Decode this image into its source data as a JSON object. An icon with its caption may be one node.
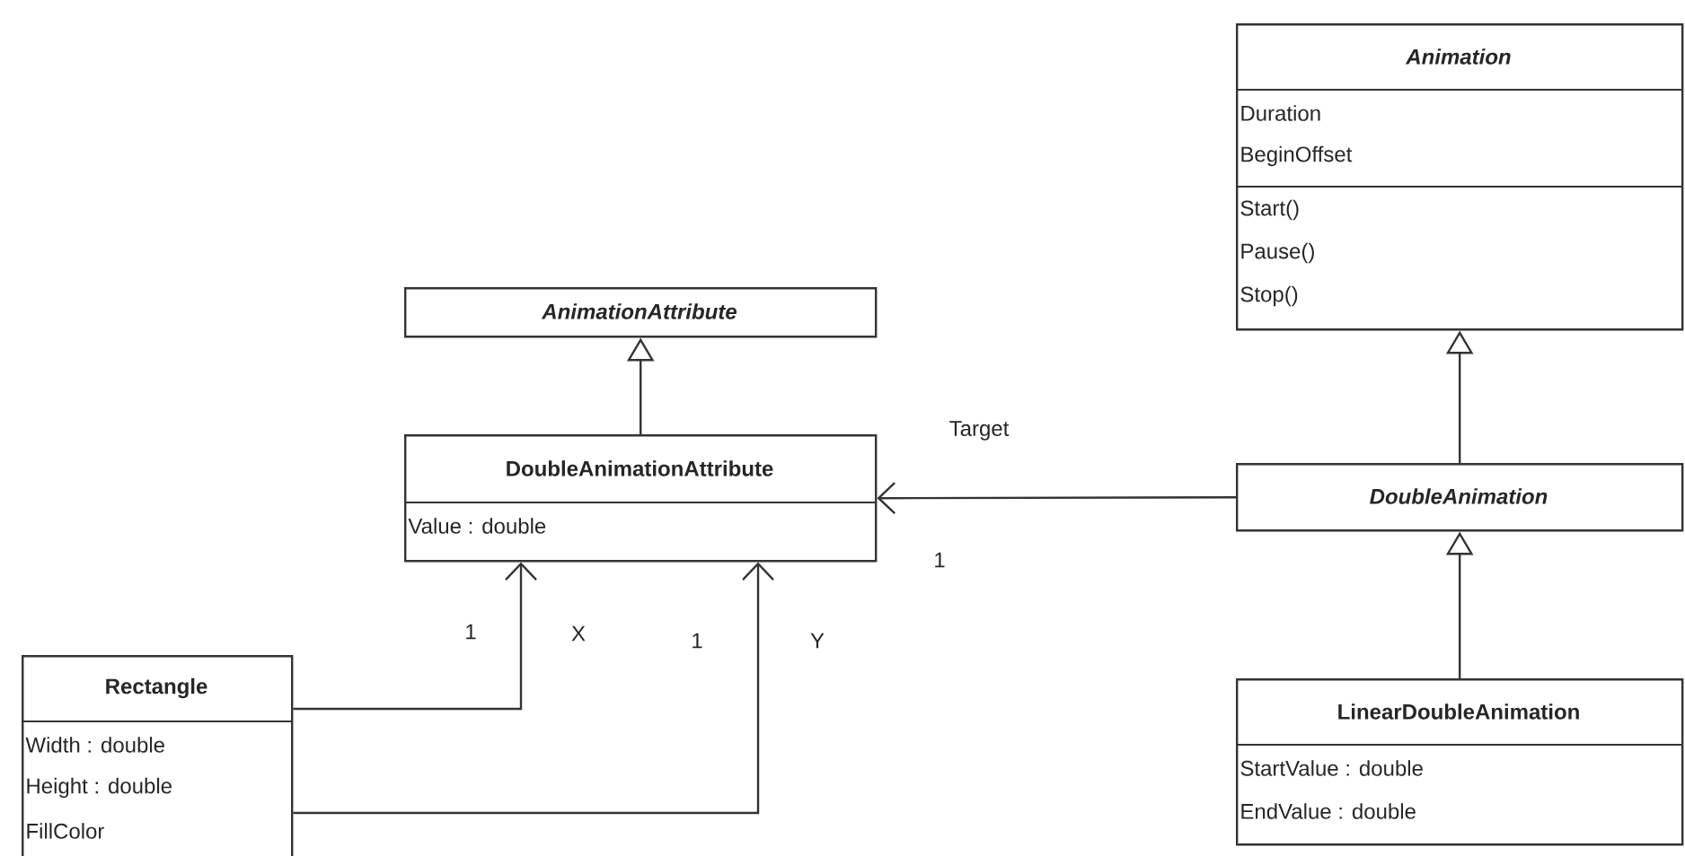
{
  "diagram": {
    "nodes": [
      {
        "text": [
          "AnimationAttribute"
        ]
      },
      {
        "text": [
          "DoubleAnimationAttribute",
          "Value : double"
        ]
      },
      {
        "text": [
          "Rectangle",
          "Width : double",
          "Height : double",
          "FillColor"
        ]
      },
      {
        "text": [
          "Animation",
          "Duration",
          "BeginOffset",
          "Start()",
          "Pause()",
          "Stop()"
        ]
      },
      {
        "text": [
          "DoubleAnimation"
        ]
      },
      {
        "text": [
          "LinearDoubleAnimation",
          "StartValue : double",
          "EndValue : double"
        ]
      }
    ],
    "edges": [
      {
        "from": 1,
        "to": 0,
        "arrow": "to"
      },
      {
        "from": 4,
        "to": 3,
        "arrow": "to"
      },
      {
        "from": 5,
        "to": 4,
        "arrow": "to"
      },
      {
        "from": 4,
        "to": 1,
        "arrow": "to",
        "label": "Target"
      },
      {
        "from": 2,
        "to": 1,
        "arrow": "to",
        "label": "X"
      },
      {
        "from": 2,
        "to": 1,
        "arrow": "to",
        "label": "Y"
      }
    ],
    "labels": [
      "1",
      "1",
      "1"
    ]
  }
}
